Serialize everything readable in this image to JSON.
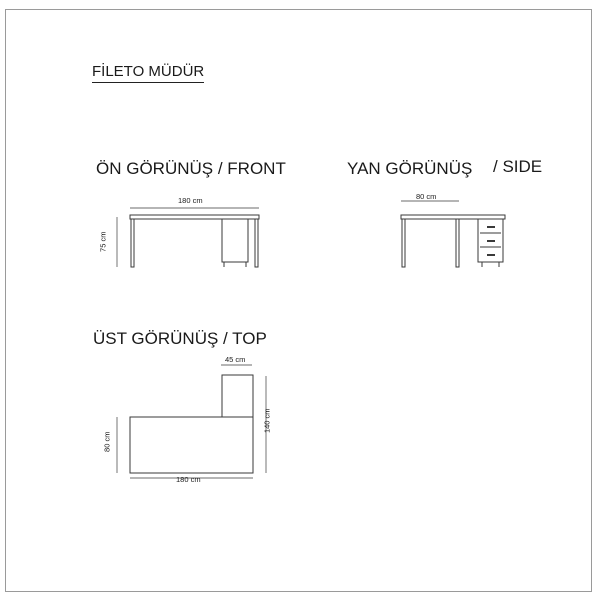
{
  "title": "FİLETO MÜDÜR",
  "views": {
    "front": {
      "label": "ÖN GÖRÜNÜŞ / FRONT",
      "width_dim": "180 cm",
      "height_dim": "75 cm"
    },
    "side": {
      "label": "YAN GÖRÜNÜŞ",
      "label_suffix": "/ SIDE",
      "depth_dim": "80 cm"
    },
    "top": {
      "label": "ÜST GÖRÜNÜŞ / TOP",
      "return_width_dim": "45 cm",
      "total_depth_dim": "140 cm",
      "desk_depth_dim": "80 cm",
      "desk_width_dim": "180 cm"
    }
  },
  "colors": {
    "line": "#3a3a3a",
    "frame": "#9a9a9a"
  }
}
